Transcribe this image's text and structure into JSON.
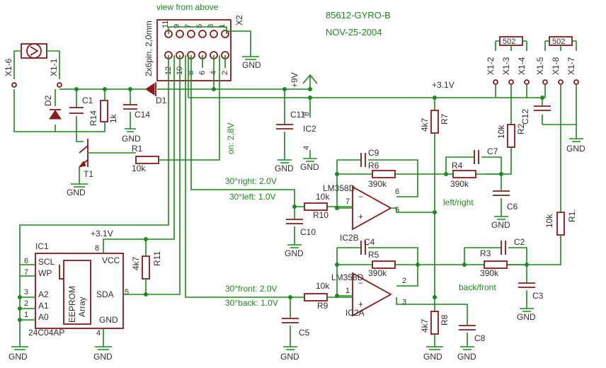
{
  "header": {
    "title": "85612-GYRO-B",
    "date": "NOV-25-2004",
    "view_note": "view from above"
  },
  "connector_x2": {
    "name": "X2",
    "type": "2x6pin, 2,0mm",
    "top_pins": [
      "11",
      "9",
      "7",
      "5",
      "3",
      "1"
    ],
    "bottom_pins": [
      "12",
      "10",
      "8",
      "6",
      "4",
      "2"
    ]
  },
  "terminals": {
    "x1_6": "X1-6",
    "x1_1": "X1-1",
    "x1_2": "X1-2",
    "x1_3": "X1-3",
    "x1_4": "X1-4",
    "x1_5": "X1-5",
    "x1_8": "X1-8",
    "x1_7": "X1-7"
  },
  "pots": {
    "left": "502",
    "right": "502"
  },
  "power": {
    "supply_9v": "+9V",
    "supply_3v1": "+3.1V",
    "supply_3v1_ic1": "+3.1V",
    "gnd": "GND"
  },
  "components": {
    "D1": "D1",
    "D2": "D2",
    "C1": "C1",
    "C14": "C14",
    "R14": "R14",
    "R14_val": "1k",
    "R1": "R1",
    "R1_val": "10k",
    "T1": "T1",
    "C11": "C11",
    "IC2": "IC2",
    "IC2_pin8": "8",
    "IC2_pin4": "4",
    "R7": "R7",
    "R7_val": "4k7",
    "R8": "R8",
    "R8_val": "4k7",
    "C9": "C9",
    "R6": "R6",
    "R6_val": "390k",
    "R4": "R4",
    "R4_val": "390k",
    "C7": "C7",
    "C6": "C6",
    "R2": "R2",
    "R2_val": "10k",
    "C12": "C12",
    "R10": "R10",
    "R10_val": "10k",
    "C10": "C10",
    "IC2B": "IC2B",
    "LM358D_b": "LM358D",
    "C4": "C4",
    "R5": "R5",
    "R5_val": "390k",
    "C2": "C2",
    "R3": "R3",
    "R3_val": "390k",
    "C3": "C3",
    "R9": "R9",
    "R9_val": "10k",
    "C5": "C5",
    "IC2A": "IC2A",
    "LM358D_a": "LM358D",
    "C8": "C8",
    "R11": "R11",
    "R11_val": "4k7",
    "R1x": "R1.",
    "R1x_val": "10k",
    "IC1": "IC1",
    "IC1_part": "24C04AP",
    "eeprom": "EEPROM",
    "array": "Array"
  },
  "ic1_pins": {
    "scl": "SCL",
    "wp": "WP",
    "a2": "A2",
    "a1": "A1",
    "a0": "A0",
    "vcc": "VCC",
    "sda": "SDA",
    "gnd": "GND",
    "p6": "6",
    "p7": "7",
    "p3": "3",
    "p2": "2",
    "p1": "1",
    "p8": "8",
    "p5": "5",
    "p4": "4"
  },
  "opamp_pins": {
    "b7": "7",
    "b6": "6",
    "b5": "5",
    "a1": "1",
    "a2": "2",
    "a3": "3"
  },
  "annotations": {
    "on": "on: 2,8V",
    "right": "30°right: 2.0V",
    "left": "30°left: 1.0V",
    "front": "30°front: 2.0V",
    "back": "30°back: 1.0V",
    "left_right": "left/right",
    "back_front": "back/front"
  }
}
